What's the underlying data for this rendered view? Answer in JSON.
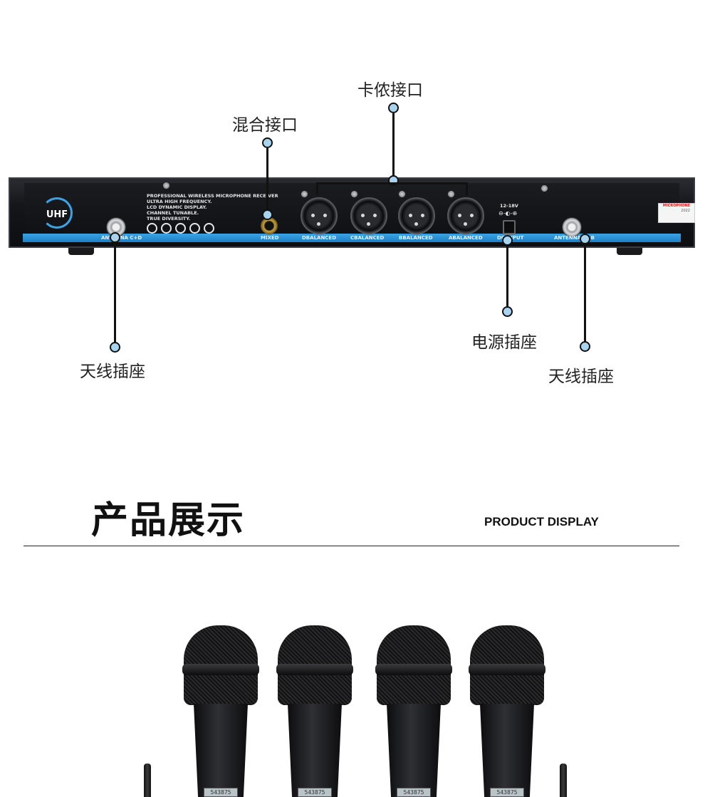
{
  "callouts": {
    "xlr": "卡侬接口",
    "mixed": "混合接口",
    "antenna_left": "天线插座",
    "power": "电源插座",
    "antenna_right": "天线插座"
  },
  "receiver": {
    "logo": "UHF",
    "specs": [
      "PROFESSIONAL WIRELESS MICROPHONE RECEIVER",
      "ULTRA HIGH FREQUENCY.",
      "LCD DYNAMIC DISPLAY.",
      "CHANNEL TUNABLE.",
      "TRUE DIVERSITY."
    ],
    "strip_labels": {
      "antenna_cd": "ANTENNA C+D",
      "mixed": "MIXED",
      "d_balanced": "DBALANCED",
      "c_balanced": "CBALANCED",
      "b_balanced": "BBALANCED",
      "a_balanced": "ABALANCED",
      "dc_input": "DC INPUT",
      "antenna_ab": "ANTENNA A+B"
    },
    "voltage": "12-18V",
    "dc_symbol": "⊖-◐-⊕",
    "sticker_title": "MICROPHONE",
    "sticker_year": "2022"
  },
  "section": {
    "title": "产品展示",
    "subtitle": "PRODUCT DISPLAY"
  },
  "mics": {
    "lcd_1": "543875",
    "lcd_2": "543875",
    "lcd_3": "543875",
    "lcd_4": "543875"
  }
}
